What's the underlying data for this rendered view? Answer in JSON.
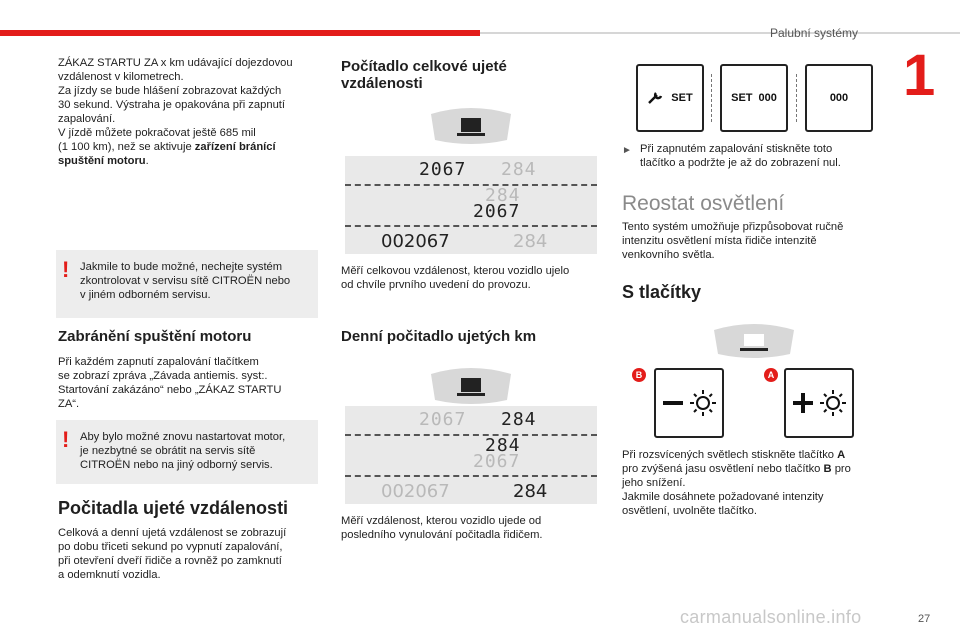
{
  "header": {
    "section": "Palubní systémy",
    "chapter": "1",
    "page": "27",
    "watermark": "carmanualsonline.info"
  },
  "col1": {
    "intro_lines": [
      "ZÁKAZ STARTU ZA x km udávající dojezdovou",
      "vzdálenost v kilometrech.",
      "Za jízdy se bude hlášení zobrazovat každých",
      "30 sekund. Výstraha je opakována při zapnutí",
      "zapalování.",
      "V jízdě můžete pokračovat ještě 685 mil",
      "(1 100 km), než se aktivuje "
    ],
    "intro_bold": "zařízení bránící",
    "intro_bold2": "spuštění motoru",
    "intro_end": ".",
    "warn1_mark": "!",
    "warn1": [
      "Jakmile to bude možné, nechejte systém",
      "zkontrolovat v servisu sítě CITROËN nebo",
      "v jiném odborném servisu."
    ],
    "h_prevent": "Zabránění spuštění motoru",
    "prevent": [
      "Při každém zapnutí zapalování tlačítkem",
      "se zobrazí zpráva „Závada antiemis. syst:.",
      "Startování zakázáno“ nebo „ZÁKAZ STARTU",
      "ZA“."
    ],
    "warn2_mark": "!",
    "warn2": [
      "Aby bylo možné znovu nastartovat motor,",
      "je nezbytné se obrátit na servis sítě",
      "CITROËN nebo na jiný odborný servis."
    ],
    "h_counters": "Počitadla ujeté vzdálenosti",
    "counters": [
      "Celková a denní ujetá vzdálenost se zobrazují",
      "po dobu třiceti sekund po vypnutí zapalování,",
      "při otevření dveří řidiče a rovněž po zamknutí",
      "a odemknutí vozidla."
    ]
  },
  "col2": {
    "h_total": [
      "Počítadlo celkové ujeté",
      "vzdálenosti"
    ],
    "lcd1": {
      "r1a": "2067",
      "r1b": "284",
      "r2a": "284",
      "r2b": "2067",
      "r3a": "002067",
      "r3b": "284"
    },
    "total_text": [
      "Měří celkovou vzdálenost, kterou vozidlo ujelo",
      "od chvíle prvního uvedení do provozu."
    ],
    "h_trip": "Denní počitadlo ujetých km",
    "lcd2": {
      "r1a": "2067",
      "r1b": "284",
      "r2a": "284",
      "r2b": "2067",
      "r3a": "002067",
      "r3b": "284"
    },
    "trip_text": [
      "Měří vzdálenost, kterou vozidlo ujede od",
      "posledního vynulování počitadla řidičem."
    ]
  },
  "col3": {
    "buttons": {
      "b1": "SET",
      "b2a": "SET",
      "b2b": "000",
      "b3": "000"
    },
    "reset_text": [
      "Při zapnutém zapalování stiskněte toto",
      "tlačítko a podržte je až do zobrazení nul."
    ],
    "h_rheostat": "Reostat osvětlení",
    "rheostat": [
      "Tento systém umožňuje přizpůsobovat ručně",
      "intenzitu osvětlení místa řidiče intenzitě",
      "venkovního světla."
    ],
    "h_buttons": "S tlačítky",
    "badge_b": "B",
    "badge_a": "A",
    "btn_text": [
      "Při rozsvícených světlech stiskněte tlačítko ",
      "A",
      "pro zvýšená jasu osvětlení nebo tlačítko ",
      "B",
      " pro",
      "jeho snížení.",
      "Jakmile dosáhnete požadované intenzity",
      "osvětlení, uvolněte tlačítko."
    ]
  }
}
